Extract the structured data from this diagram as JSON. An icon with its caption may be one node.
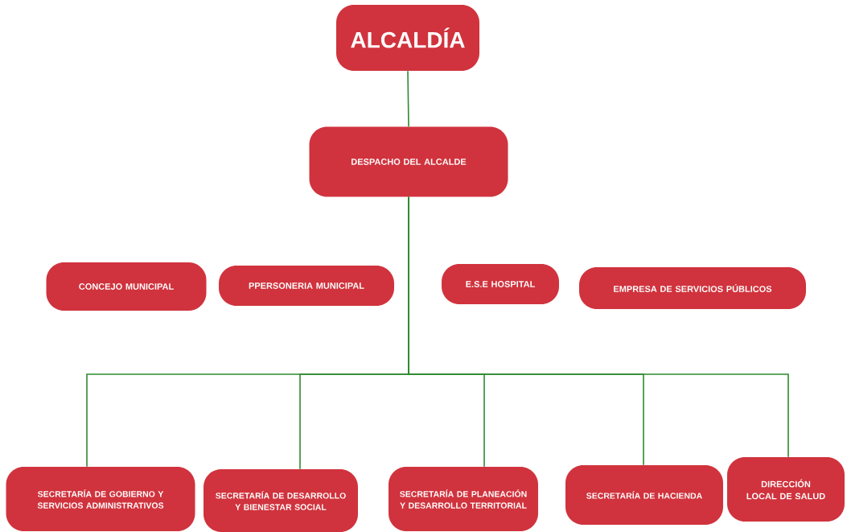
{
  "diagram": {
    "nodes": [
      {
        "text": [
          "ALCALDÍA"
        ]
      },
      {
        "text": [
          "DESPACHO DEL ALCALDE"
        ]
      },
      {
        "text": [
          "CONCEJO MUNICIPAL"
        ]
      },
      {
        "text": [
          "PPERSONERIA MUNICIPAL"
        ]
      },
      {
        "text": [
          "E.S.E HOSPITAL"
        ]
      },
      {
        "text": [
          "EMPRESA DE SERVICIOS PÚBLICOS"
        ]
      },
      {
        "text": [
          "SECRETARÍA DE GOBIERNO Y SERVICIOS ADMINISTRATIVOS"
        ]
      },
      {
        "text": [
          "SECRETARÍA DE DESARROLLO Y BIENESTAR SOCIAL"
        ]
      },
      {
        "text": [
          "SECRETARÍA DE PLANEACIÓN Y DESARROLLO TERRITORIAL"
        ]
      },
      {
        "text": [
          "SECRETARÍA DE HACIENDA"
        ]
      },
      {
        "text": [
          "DIRECCIÓN LOCAL DE SALUD"
        ]
      }
    ],
    "edges": [
      {
        "from": 0,
        "to": 1,
        "arrow": "none"
      },
      {
        "from": 1,
        "to": 6,
        "arrow": "none"
      },
      {
        "from": 1,
        "to": 7,
        "arrow": "none"
      },
      {
        "from": 1,
        "to": 8,
        "arrow": "none"
      },
      {
        "from": 1,
        "to": 9,
        "arrow": "none"
      },
      {
        "from": 1,
        "to": 10,
        "arrow": "none"
      }
    ]
  }
}
